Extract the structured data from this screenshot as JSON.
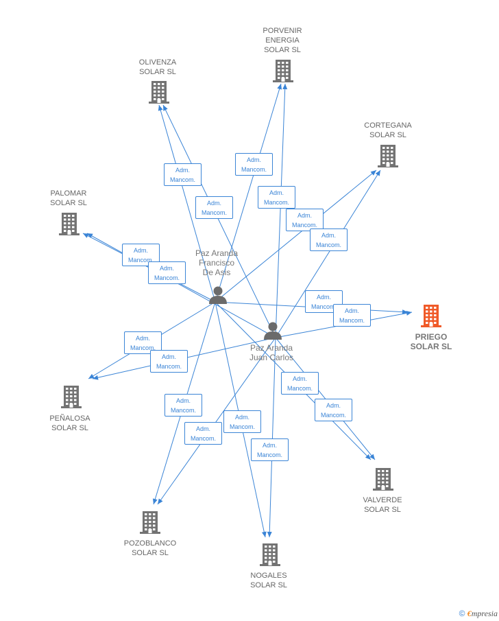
{
  "companies": [
    {
      "id": "porvenir",
      "name": "PORVENIR\nENERGIA\nSOLAR SL",
      "highlight": false
    },
    {
      "id": "olivenza",
      "name": "OLIVENZA\nSOLAR SL",
      "highlight": false
    },
    {
      "id": "cortegana",
      "name": "CORTEGANA\nSOLAR SL",
      "highlight": false
    },
    {
      "id": "palomar",
      "name": "PALOMAR\nSOLAR SL",
      "highlight": false
    },
    {
      "id": "priego",
      "name": "PRIEGO\nSOLAR SL",
      "highlight": true
    },
    {
      "id": "penalosa",
      "name": "PEÑALOSA\nSOLAR SL",
      "highlight": false
    },
    {
      "id": "valverde",
      "name": "VALVERDE\nSOLAR SL",
      "highlight": false
    },
    {
      "id": "pozoblanco",
      "name": "POZOBLANCO\nSOLAR SL",
      "highlight": false
    },
    {
      "id": "nogales",
      "name": "NOGALES\nSOLAR SL",
      "highlight": false
    }
  ],
  "persons": [
    {
      "id": "francisco",
      "name": "Paz Aranda\nFrancisco\nDe Asis"
    },
    {
      "id": "juancarlos",
      "name": "Paz Aranda\nJuan Carlos"
    }
  ],
  "edge_label": "Adm.\nMancom.",
  "relations": [
    {
      "from": "francisco",
      "to": "olivenza",
      "label": "Adm.\nMancom."
    },
    {
      "from": "juancarlos",
      "to": "olivenza",
      "label": "Adm.\nMancom."
    },
    {
      "from": "francisco",
      "to": "porvenir",
      "label": "Adm.\nMancom."
    },
    {
      "from": "juancarlos",
      "to": "porvenir",
      "label": "Adm.\nMancom."
    },
    {
      "from": "francisco",
      "to": "cortegana",
      "label": "Adm.\nMancom."
    },
    {
      "from": "juancarlos",
      "to": "cortegana",
      "label": "Adm.\nMancom."
    },
    {
      "from": "francisco",
      "to": "palomar",
      "label": "Adm.\nMancom."
    },
    {
      "from": "juancarlos",
      "to": "palomar",
      "label": "Adm.\nMancom."
    },
    {
      "from": "francisco",
      "to": "priego",
      "label": "Adm.\nMancom."
    },
    {
      "from": "juancarlos",
      "to": "priego",
      "label": "Adm.\nMancom."
    },
    {
      "from": "francisco",
      "to": "penalosa",
      "label": "Adm.\nMancom."
    },
    {
      "from": "juancarlos",
      "to": "penalosa",
      "label": "Adm.\nMancom."
    },
    {
      "from": "francisco",
      "to": "valverde",
      "label": "Adm.\nMancom."
    },
    {
      "from": "juancarlos",
      "to": "valverde",
      "label": "Adm.\nMancom."
    },
    {
      "from": "francisco",
      "to": "pozoblanco",
      "label": "Adm.\nMancom."
    },
    {
      "from": "juancarlos",
      "to": "pozoblanco",
      "label": "Adm.\nMancom."
    },
    {
      "from": "francisco",
      "to": "nogales",
      "label": "Adm.\nMancom."
    },
    {
      "from": "juancarlos",
      "to": "nogales",
      "label": "Adm.\nMancom."
    }
  ],
  "colors": {
    "edge": "#3a84d6",
    "building": "#737373",
    "building_highlight": "#f05a28",
    "person": "#6b6b6b"
  },
  "footer": {
    "copyright": "©",
    "brand_initial": "€",
    "brand_rest": "mpresia"
  }
}
